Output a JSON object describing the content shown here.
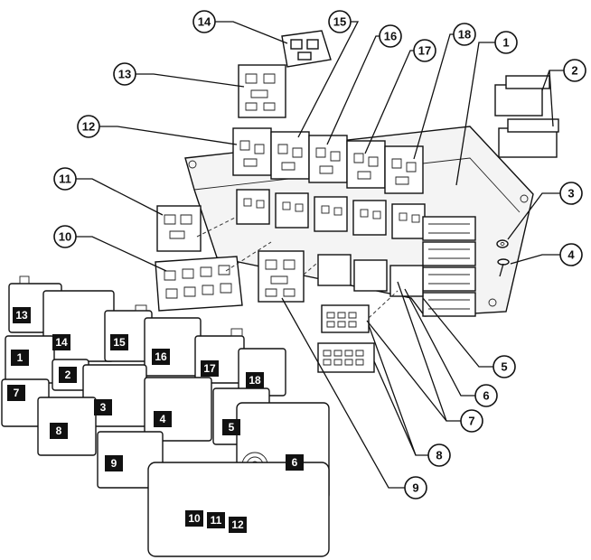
{
  "callouts": [
    "1",
    "2",
    "3",
    "4",
    "5",
    "6",
    "7",
    "8",
    "9",
    "10",
    "11",
    "12",
    "13",
    "14",
    "15",
    "16",
    "17",
    "18"
  ],
  "relay_tags": [
    "13",
    "14",
    "15",
    "16",
    "17",
    "18",
    "1",
    "2",
    "3",
    "4",
    "5",
    "6",
    "7",
    "8",
    "9",
    "10",
    "11",
    "12"
  ]
}
